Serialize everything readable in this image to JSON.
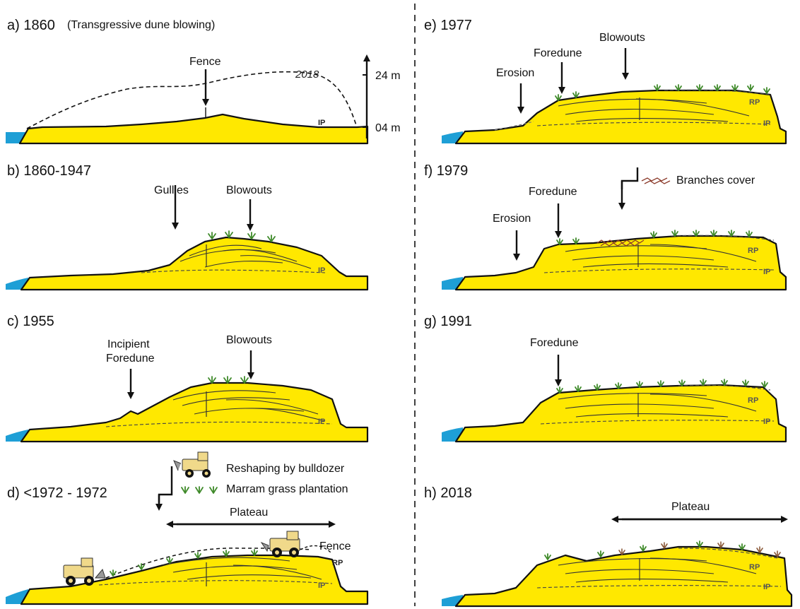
{
  "panels": {
    "a": {
      "title": "a) 1860",
      "subtitle": "(Transgressive dune blowing)",
      "fence": "Fence",
      "year_label": "2018",
      "scale_top": "24 m",
      "scale_bottom": "04 m",
      "ip": "IP"
    },
    "b": {
      "title": "b) 1860-1947",
      "gullies": "Gullies",
      "blowouts": "Blowouts",
      "ip": "IP"
    },
    "c": {
      "title": "c) 1955",
      "incipient_1": "Incipient",
      "incipient_2": "Foredune",
      "blowouts": "Blowouts",
      "ip": "IP"
    },
    "d": {
      "title": "d) <1972 - 1972",
      "legend_bulldozer": "Reshaping by bulldozer",
      "legend_grass": "Marram grass plantation",
      "plateau": "Plateau",
      "fence": "Fence",
      "rp": "RP",
      "ip": "IP"
    },
    "e": {
      "title": "e) 1977",
      "erosion": "Erosion",
      "foredune": "Foredune",
      "blowouts": "Blowouts",
      "rp": "RP",
      "ip": "IP"
    },
    "f": {
      "title": "f) 1979",
      "branches": "Branches cover",
      "foredune": "Foredune",
      "erosion": "Erosion",
      "rp": "RP",
      "ip": "IP"
    },
    "g": {
      "title": "g) 1991",
      "foredune": "Foredune",
      "rp": "RP",
      "ip": "IP"
    },
    "h": {
      "title": "h) 2018",
      "plateau": "Plateau",
      "rp": "RP",
      "ip": "IP"
    }
  },
  "colors": {
    "sand": "#FFE800",
    "sea": "#1e9fd6",
    "grass": "#3f8a2a",
    "outline": "#111111"
  }
}
